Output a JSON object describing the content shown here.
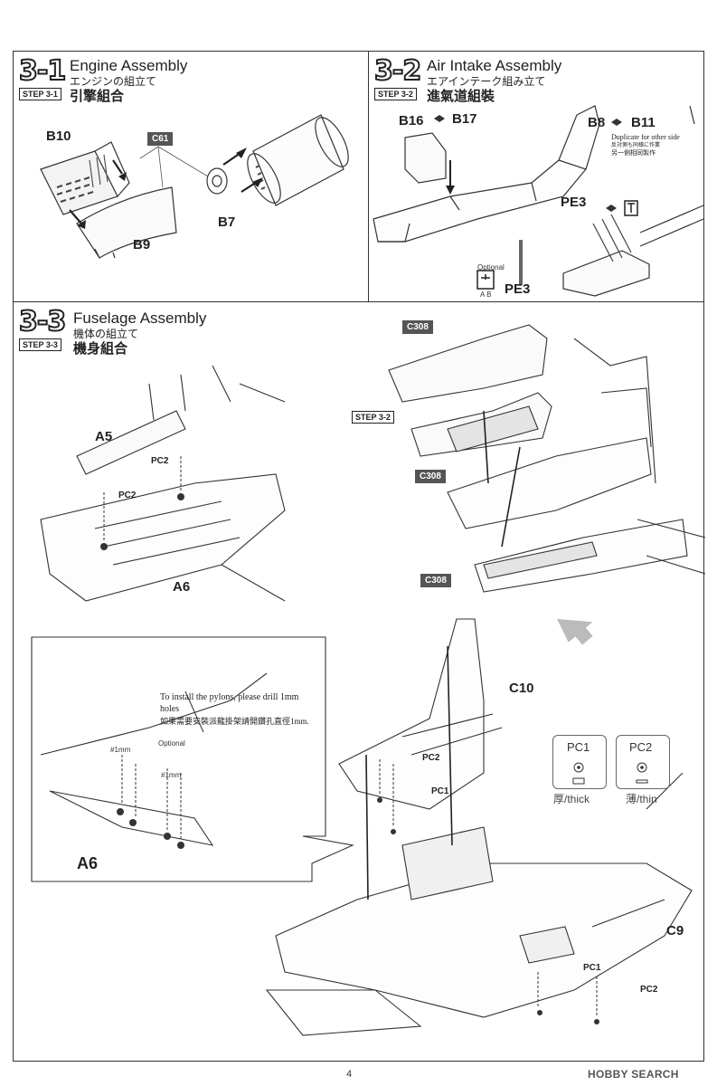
{
  "step31": {
    "number": "3-1",
    "title": "Engine Assembly",
    "title_jp": "エンジンの組立て",
    "title_cn": "引擎組合",
    "badge": "STEP 3-1",
    "parts": {
      "b10": "B10",
      "c61": "C61",
      "b7": "B7",
      "b9": "B9"
    }
  },
  "step32": {
    "number": "3-2",
    "title": "Air Intake Assembly",
    "title_jp": "エアインテーク組み立て",
    "title_cn": "進氣道組裝",
    "badge": "STEP 3-2",
    "parts": {
      "b16": "B16",
      "b17": "B17",
      "b8": "B8",
      "b11": "B11",
      "pe3a": "PE3",
      "pe3b": "PE3"
    },
    "duplicate_en": "Duplicate for other side",
    "duplicate_jp": "反対側も同様に作業",
    "duplicate_cn": "另一側相同製作",
    "optional": "Optional",
    "ab": "A  B"
  },
  "step33": {
    "number": "3-3",
    "title": "Fuselage Assembly",
    "title_jp": "機体の組立て",
    "title_cn": "機身組合",
    "badge": "STEP 3-3",
    "parts": {
      "a5": "A5",
      "pc2a": "PC2",
      "pc2b": "PC2",
      "a6": "A6",
      "c308a": "C308",
      "c308b": "C308",
      "c308c": "C308",
      "step32ref": "STEP 3-2",
      "c10": "C10",
      "pc2c": "PC2",
      "pc1a": "PC1",
      "c9": "C9",
      "pc1b": "PC1",
      "pc2d": "PC2",
      "a6b": "A6"
    },
    "drill_note_en": "To install the pylons, please drill 1mm holes",
    "drill_note_cn": "如果需要安裝派龍掛架請開鑽孔直徑1mm.",
    "drill1": "#1mm",
    "drill2": "#1mm",
    "optional": "Optional",
    "pc_legend": [
      {
        "name": "PC1",
        "label": "厚/thick"
      },
      {
        "name": "PC2",
        "label": "薄/thin"
      }
    ]
  },
  "footer": {
    "page": "4",
    "watermark": "HOBBY SEARCH"
  }
}
